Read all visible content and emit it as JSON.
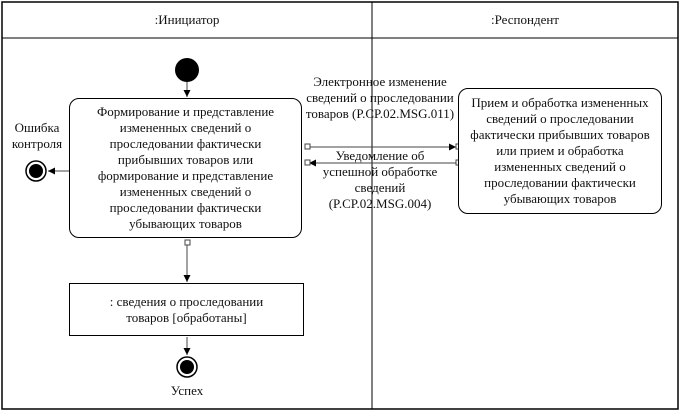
{
  "swimlanes": [
    ":Инициатор",
    ":Респондент"
  ],
  "initiator_action": "Формирование и представление измененных сведений о проследовании фактически прибывших товаров или формирование и представление измененных сведений о проследовании фактически убывающих товаров",
  "respondent_action": "Прием и обработка измененных сведений о проследовании фактически прибывших товаров или прием и обработка измененных сведений о проследовании фактически убывающих товаров",
  "message_out": "Электронное изменение сведений о проследовании товаров (P.CP.02.MSG.011)",
  "message_in": "Уведомление об успешной обработке сведений (P.CP.02.MSG.004)",
  "error_label": "Ошибка контроля",
  "object_node": ": сведения о проследовании товаров [обработаны]",
  "success_label": "Успех"
}
